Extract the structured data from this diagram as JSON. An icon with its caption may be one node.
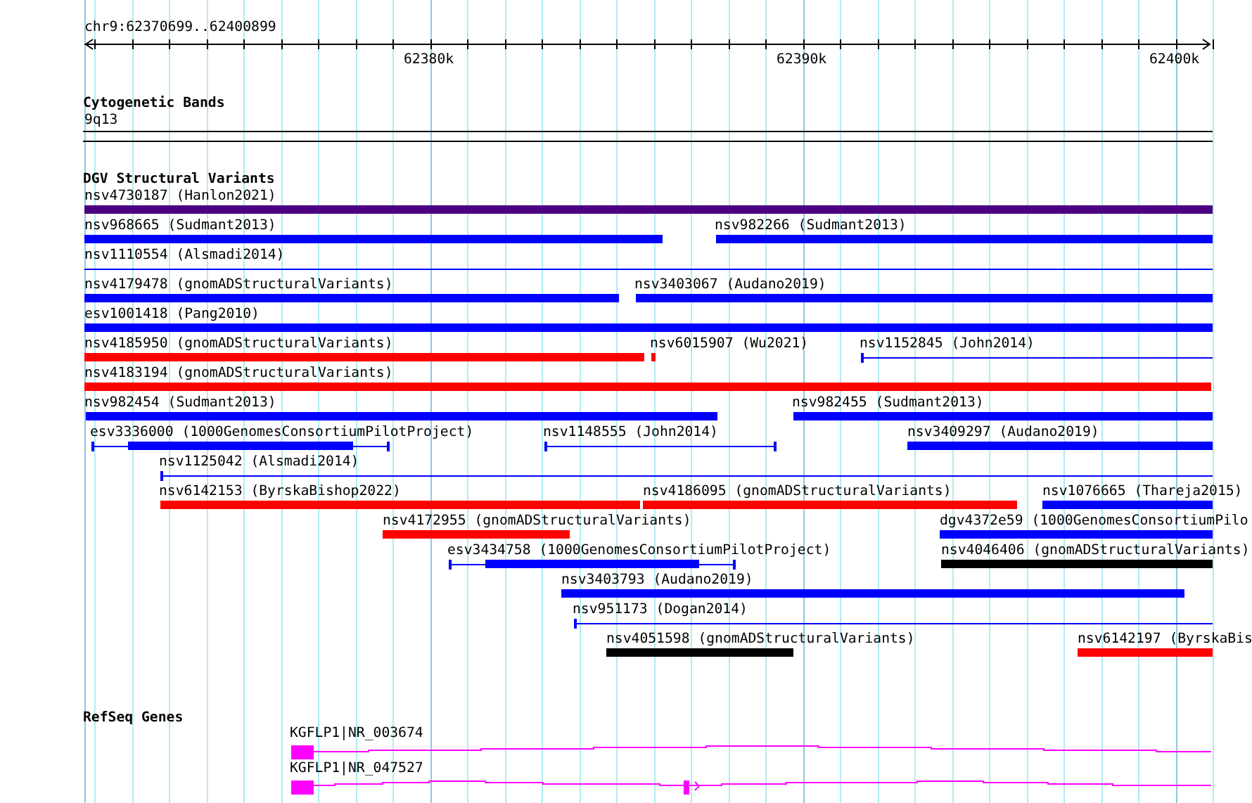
{
  "diagram": {
    "labels": [
      "chr9:62370699..62400899",
      "62380k",
      "62390k",
      "62400k",
      "Cytogenetic Bands",
      "9q13",
      "DGV Structural Variants",
      "nsv4730187 (Hanlon2021)",
      "nsv968665 (Sudmant2013)",
      "nsv982266 (Sudmant2013)",
      "nsv1110554 (Alsmadi2014)",
      "nsv4179478 (gnomADStructuralVariants)",
      "nsv3403067 (Audano2019)",
      "esv1001418 (Pang2010)",
      "nsv4185950 (gnomADStructuralVariants)",
      "nsv6015907 (Wu2021)",
      "nsv1152845 (John2014)",
      "nsv4183194 (gnomADStructuralVariants)",
      "nsv982454 (Sudmant2013)",
      "nsv982455 (Sudmant2013)",
      "esv3336000 (1000GenomesConsortiumPilotProject)",
      "nsv1148555 (John2014)",
      "nsv3409297 (Audano2019)",
      "nsv1125042 (Alsmadi2014)",
      "nsv6142153 (ByrskaBishop2022)",
      "nsv4186095 (gnomADStructuralVariants)",
      "nsv1076665 (Thareja2015)",
      "nsv4172955 (gnomADStructuralVariants)",
      "dgv4372e59 (1000GenomesConsortiumPilo",
      "esv3434758 (1000GenomesConsortiumPilotProject)",
      "nsv4046406 (gnomADStructuralVariants)",
      "nsv3403793 (Audano2019)",
      "nsv951173 (Dogan2014)",
      "nsv4051598 (gnomADStructuralVariants)",
      "nsv6142197 (ByrskaBis",
      "RefSeq Genes",
      "KGFLP1|NR_003674",
      "KGFLP1|NR_047527"
    ]
  }
}
